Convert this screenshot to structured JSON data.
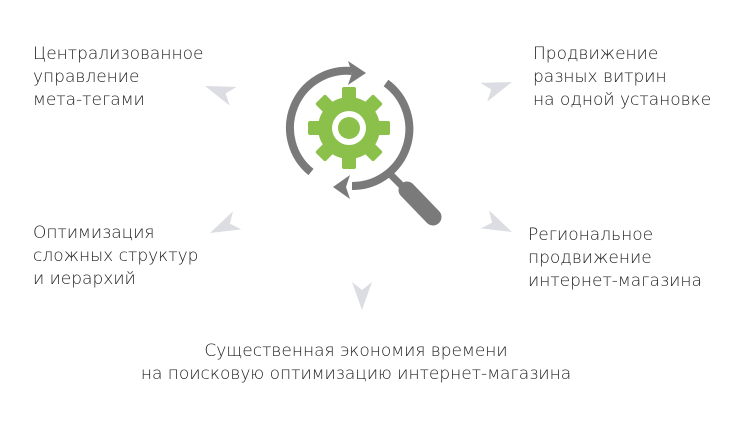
{
  "items": {
    "top_left": [
      "Централизованное",
      "управление",
      "мета-тегами"
    ],
    "top_right": [
      "Продвижение",
      "разных витрин",
      "на одной установке"
    ],
    "mid_left": [
      "Оптимизация",
      "сложных структур",
      "и иерархий"
    ],
    "mid_right": [
      "Региональное",
      "продвижение",
      "интернет-магазина"
    ],
    "bottom": [
      "Существенная экономия времени",
      "на поисковую оптимизацию интернет-магазина"
    ]
  },
  "colors": {
    "gear": "#8bc14a",
    "icon_gray": "#7a7a7a",
    "pointer": "#dcdde2",
    "text": "#222222"
  }
}
